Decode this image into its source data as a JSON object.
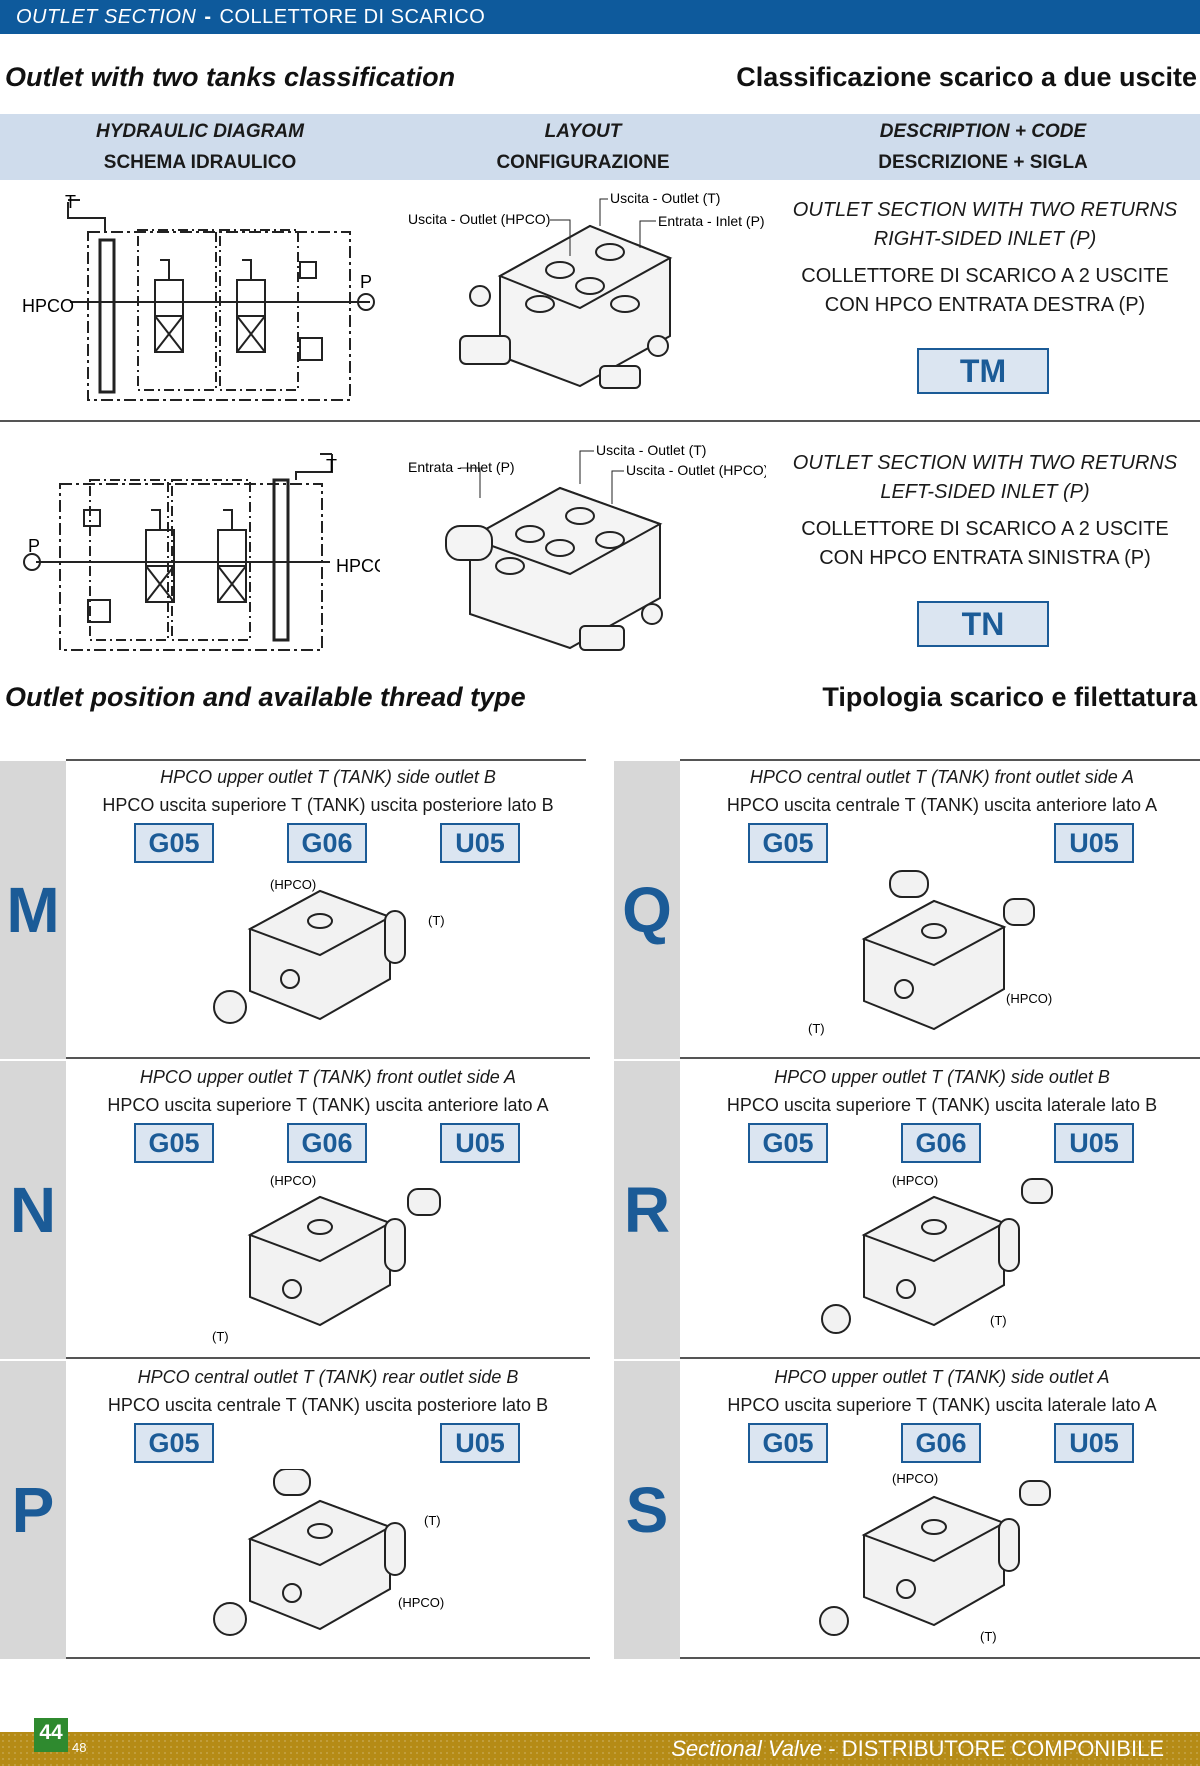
{
  "header": {
    "en": "OUTLET SECTION",
    "sep": "-",
    "it": "COLLETTORE DI SCARICO"
  },
  "section1": {
    "title_en": "Outlet with two tanks classification",
    "title_it": "Classificazione scarico a due uscite"
  },
  "table_header": {
    "col1_en": "HYDRAULIC DIAGRAM",
    "col1_it": "SCHEMA IDRAULICO",
    "col2_en": "LAYOUT",
    "col2_it": "CONFIGURAZIONE",
    "col3_en": "DESCRIPTION + CODE",
    "col3_it": "DESCRIZIONE + SIGLA"
  },
  "rows": [
    {
      "diagram": {
        "t": "T",
        "hpco": "HPCO",
        "p": "P"
      },
      "layout_labels": {
        "a": "Uscita - Outlet (T)",
        "b": "Uscita - Outlet (HPCO)",
        "c": "Entrata - Inlet (P)"
      },
      "desc_en_1": "OUTLET SECTION WITH TWO RETURNS",
      "desc_en_2": "RIGHT-SIDED INLET (P)",
      "desc_it_1": "COLLETTORE DI SCARICO A 2 USCITE",
      "desc_it_2": "CON HPCO ENTRATA DESTRA (P)",
      "code": "TM"
    },
    {
      "diagram": {
        "t": "T",
        "hpco": "HPCO",
        "p": "P"
      },
      "layout_labels": {
        "a": "Entrata - Inlet (P)",
        "b": "Uscita - Outlet (T)",
        "c": "Uscita - Outlet (HPCO)"
      },
      "desc_en_1": "OUTLET SECTION WITH TWO RETURNS",
      "desc_en_2": "LEFT-SIDED INLET (P)",
      "desc_it_1": "COLLETTORE DI SCARICO A 2 USCITE",
      "desc_it_2": "CON HPCO ENTRATA SINISTRA (P)",
      "code": "TN"
    }
  ],
  "section2": {
    "title_en": "Outlet position and available thread type",
    "title_it": "Tipologia scarico e filettatura"
  },
  "panels": [
    {
      "letter": "M",
      "en": "HPCO upper outlet T (TANK) side outlet B",
      "it": "HPCO uscita superiore T (TANK) uscita posteriore lato B",
      "codes": [
        "G05",
        "G06",
        "U05"
      ],
      "labels": [
        "(HPCO)",
        "(T)"
      ]
    },
    {
      "letter": "Q",
      "en": "HPCO central outlet T (TANK) front outlet side A",
      "it": "HPCO uscita centrale T (TANK) uscita anteriore lato A",
      "codes": [
        "G05",
        "U05"
      ],
      "labels": [
        "(T)",
        "(HPCO)"
      ]
    },
    {
      "letter": "N",
      "en": "HPCO upper outlet T (TANK) front outlet side A",
      "it": "HPCO uscita superiore T (TANK) uscita anteriore lato A",
      "codes": [
        "G05",
        "G06",
        "U05"
      ],
      "labels": [
        "(HPCO)",
        "(T)"
      ]
    },
    {
      "letter": "R",
      "en": "HPCO upper outlet T (TANK) side outlet B",
      "it": "HPCO uscita superiore T (TANK) uscita laterale lato B",
      "codes": [
        "G05",
        "G06",
        "U05"
      ],
      "labels": [
        "(HPCO)",
        "(T)"
      ]
    },
    {
      "letter": "P",
      "en": "HPCO central outlet T (TANK) rear outlet side B",
      "it": "HPCO uscita centrale T (TANK) uscita posteriore lato B",
      "codes": [
        "G05",
        "U05"
      ],
      "labels": [
        "(T)",
        "(HPCO)"
      ]
    },
    {
      "letter": "S",
      "en": "HPCO upper outlet T (TANK) side outlet A",
      "it": "HPCO uscita superiore T (TANK) uscita laterale lato A",
      "codes": [
        "G05",
        "G06",
        "U05"
      ],
      "labels": [
        "(HPCO)",
        "(T)"
      ]
    }
  ],
  "footer": {
    "title_en": "Sectional Valve",
    "sep": "-",
    "title_it": "DISTRIBUTORE COMPONIBILE",
    "page": "44",
    "page_small": "48"
  }
}
